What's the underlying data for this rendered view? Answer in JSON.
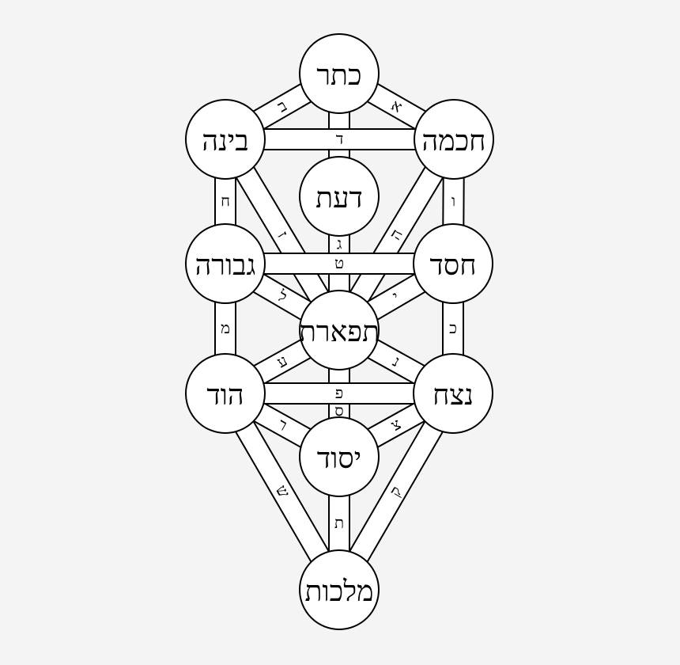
{
  "sefirot": [
    {
      "id": "keter",
      "name": "כתר"
    },
    {
      "id": "chokhmah",
      "name": "חכמה"
    },
    {
      "id": "binah",
      "name": "בינה"
    },
    {
      "id": "daat",
      "name": "דעת"
    },
    {
      "id": "chesed",
      "name": "חסד"
    },
    {
      "id": "gevurah",
      "name": "גבורה"
    },
    {
      "id": "tiferet",
      "name": "תפארת"
    },
    {
      "id": "netzach",
      "name": "נצח"
    },
    {
      "id": "hod",
      "name": "הוד"
    },
    {
      "id": "yesod",
      "name": "יסוד"
    },
    {
      "id": "malkhut",
      "name": "מלכות"
    }
  ],
  "paths": [
    {
      "letter": "א",
      "from": "keter",
      "to": "chokhmah"
    },
    {
      "letter": "ב",
      "from": "keter",
      "to": "binah"
    },
    {
      "letter": "ג",
      "from": "keter",
      "to": "tiferet"
    },
    {
      "letter": "ד",
      "from": "chokhmah",
      "to": "binah"
    },
    {
      "letter": "ה",
      "from": "chokhmah",
      "to": "tiferet"
    },
    {
      "letter": "ו",
      "from": "chokhmah",
      "to": "chesed"
    },
    {
      "letter": "ז",
      "from": "binah",
      "to": "tiferet"
    },
    {
      "letter": "ח",
      "from": "binah",
      "to": "gevurah"
    },
    {
      "letter": "ט",
      "from": "chesed",
      "to": "gevurah"
    },
    {
      "letter": "י",
      "from": "chesed",
      "to": "tiferet"
    },
    {
      "letter": "כ",
      "from": "chesed",
      "to": "netzach"
    },
    {
      "letter": "ל",
      "from": "gevurah",
      "to": "tiferet"
    },
    {
      "letter": "מ",
      "from": "gevurah",
      "to": "hod"
    },
    {
      "letter": "נ",
      "from": "tiferet",
      "to": "netzach"
    },
    {
      "letter": "ס",
      "from": "tiferet",
      "to": "yesod"
    },
    {
      "letter": "ע",
      "from": "tiferet",
      "to": "hod"
    },
    {
      "letter": "פ",
      "from": "netzach",
      "to": "hod"
    },
    {
      "letter": "צ",
      "from": "netzach",
      "to": "yesod"
    },
    {
      "letter": "ק",
      "from": "netzach",
      "to": "malkhut"
    },
    {
      "letter": "ר",
      "from": "hod",
      "to": "yesod"
    },
    {
      "letter": "ש",
      "from": "hod",
      "to": "malkhut"
    },
    {
      "letter": "ת",
      "from": "yesod",
      "to": "malkhut"
    }
  ],
  "colors": {
    "stroke": "#000000",
    "fill": "#ffffff",
    "background": "#f4f4f4"
  }
}
